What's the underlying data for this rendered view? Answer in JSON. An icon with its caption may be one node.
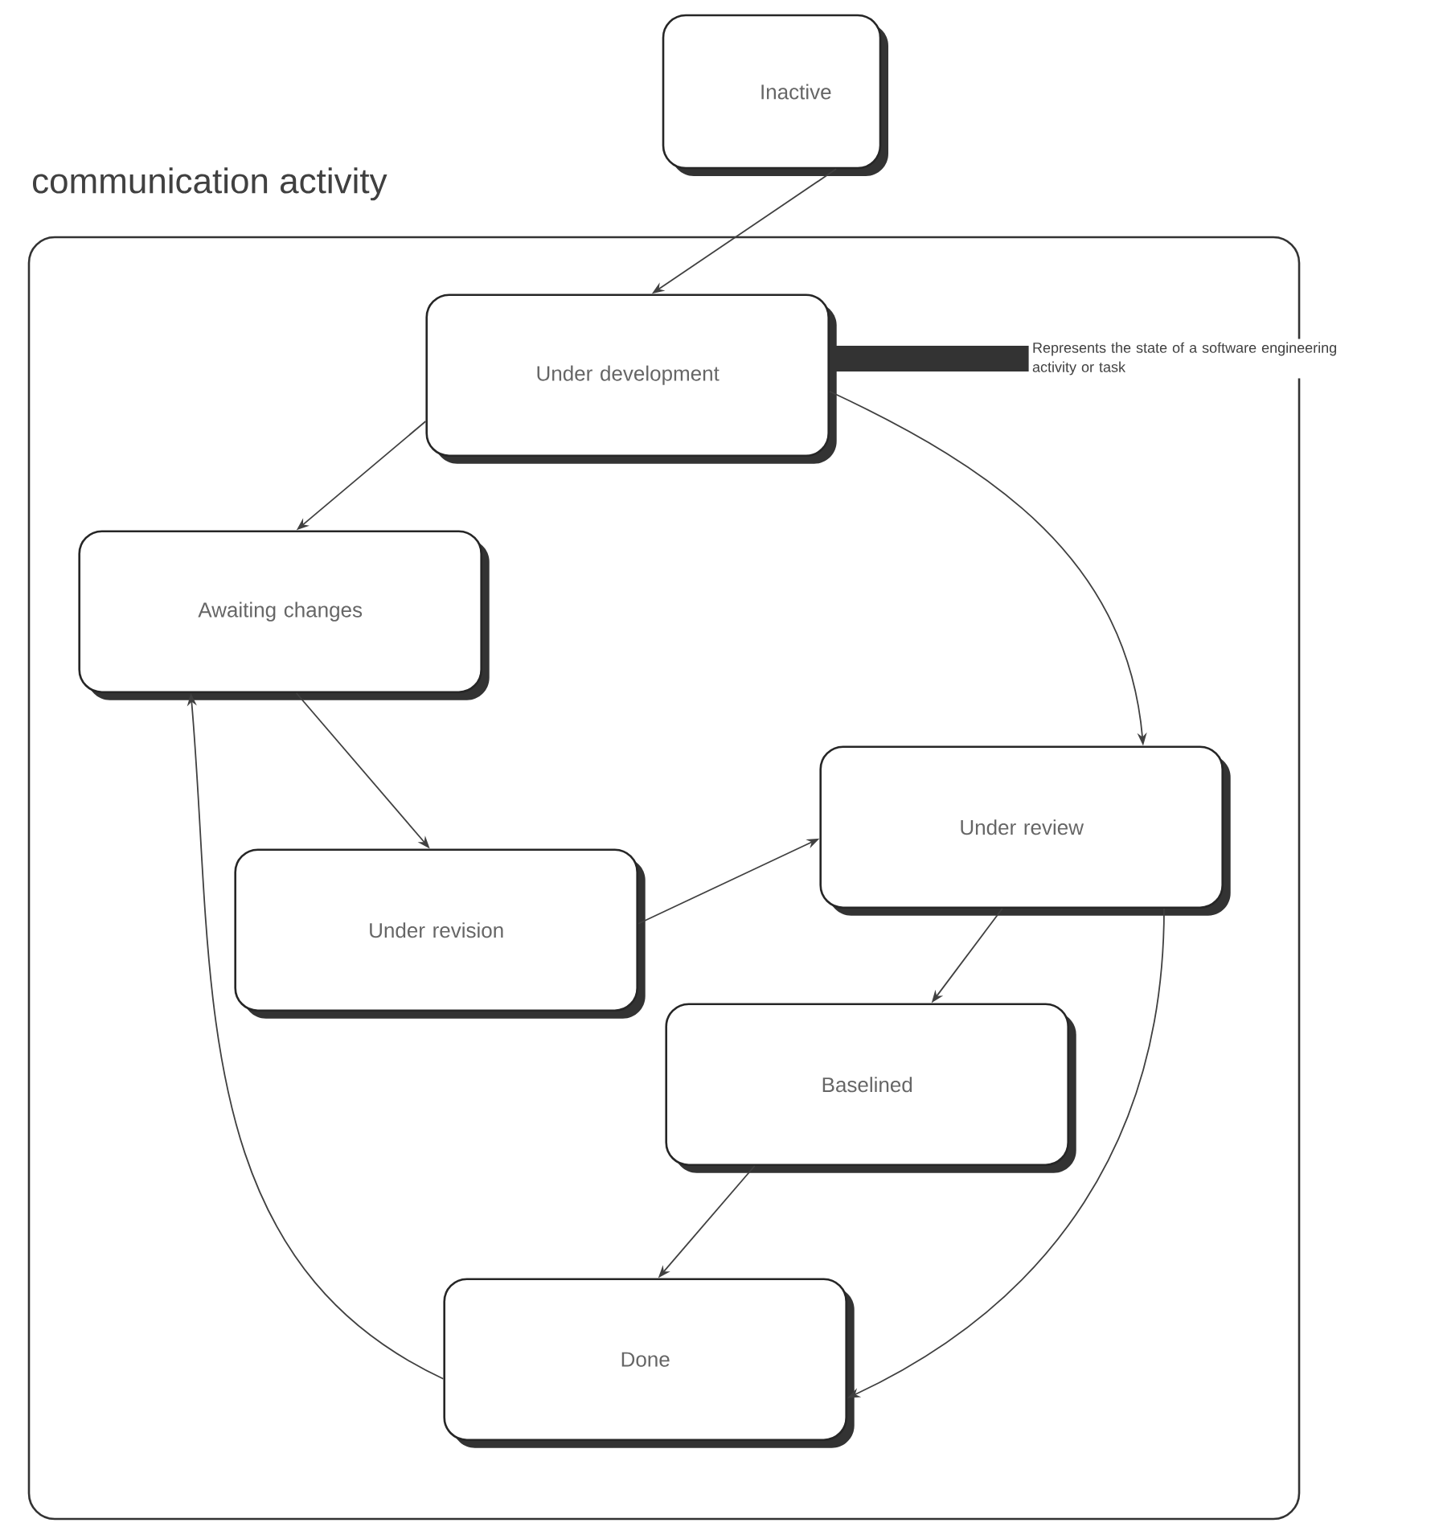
{
  "diagram": {
    "nodes": [
      {
        "text": [
          "Inactive"
        ]
      },
      {
        "text": [
          "communication activity"
        ]
      },
      {
        "text": [
          "Under development"
        ],
        "in": 1
      },
      {
        "text": [
          "Awaiting changes"
        ],
        "in": 1
      },
      {
        "text": [
          "Under revision"
        ],
        "in": 1
      },
      {
        "text": [
          "Under review"
        ],
        "in": 1
      },
      {
        "text": [
          "Baselined"
        ],
        "in": 1
      },
      {
        "text": [
          "Done"
        ],
        "in": 1
      },
      {
        "text": [
          "Represents the state of a software engineering activity or task"
        ]
      }
    ],
    "edges": [
      {
        "from": 0,
        "to": 2,
        "arrow": "to"
      },
      {
        "from": 2,
        "to": 3,
        "arrow": "to"
      },
      {
        "from": 2,
        "to": 5,
        "arrow": "to"
      },
      {
        "from": 3,
        "to": 4,
        "arrow": "to"
      },
      {
        "from": 4,
        "to": 5,
        "arrow": "to"
      },
      {
        "from": 5,
        "to": 6,
        "arrow": "to"
      },
      {
        "from": 6,
        "to": 7,
        "arrow": "to"
      },
      {
        "from": 5,
        "to": 7,
        "arrow": "to"
      },
      {
        "from": 7,
        "to": 3,
        "arrow": "to"
      },
      {
        "from": 8,
        "to": 2,
        "arrow": "none",
        "style": "thick"
      }
    ]
  }
}
